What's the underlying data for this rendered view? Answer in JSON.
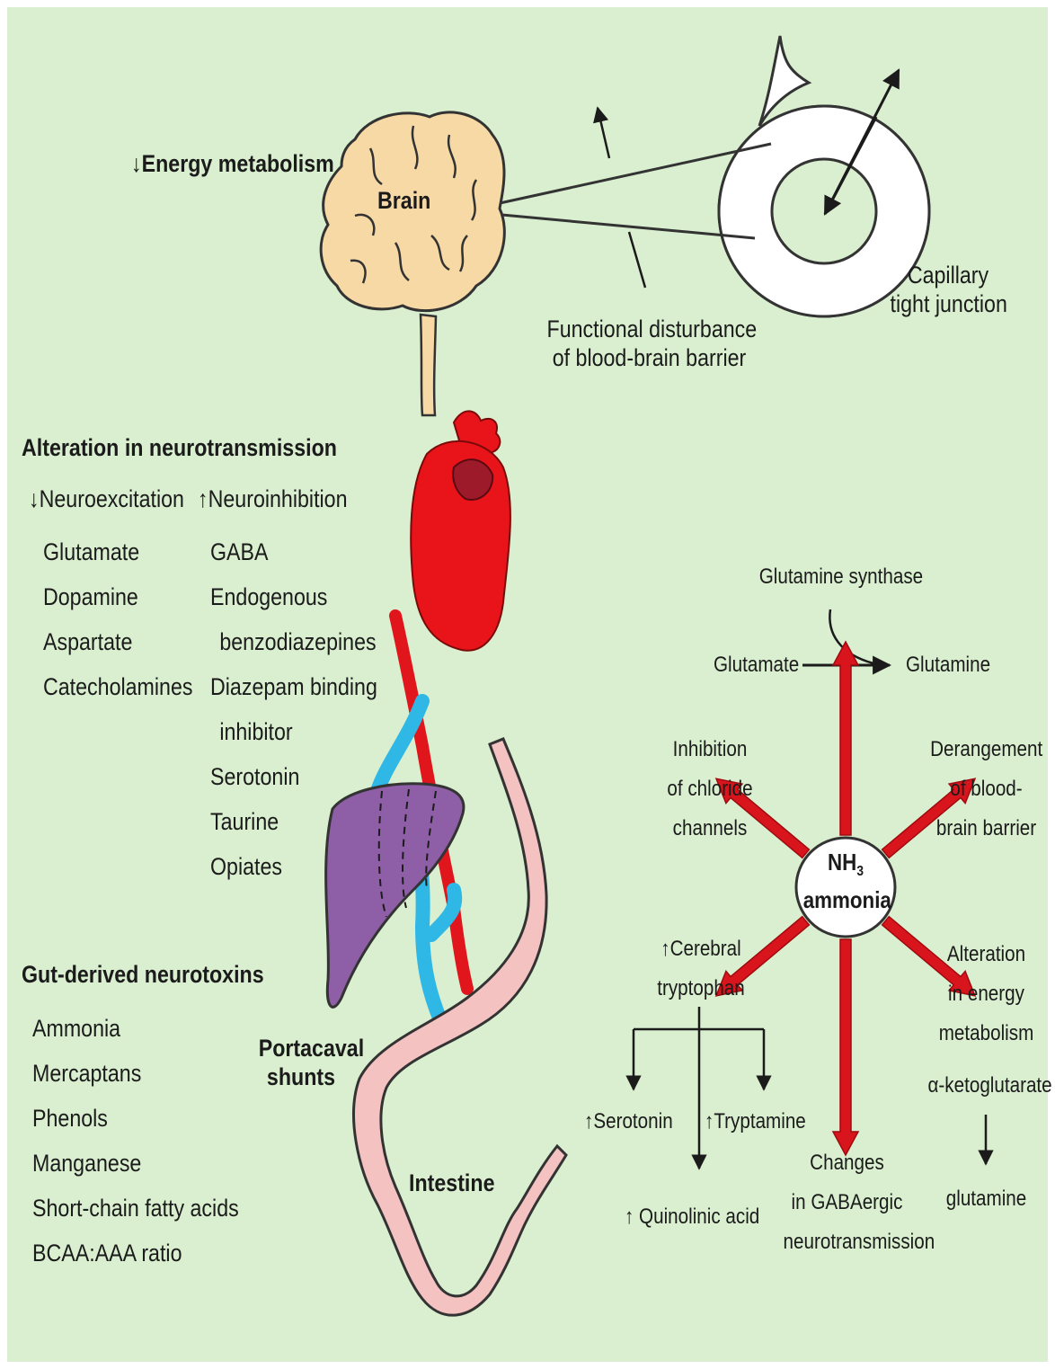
{
  "colors": {
    "background": "#d9efcf",
    "brain": "#f7d9a6",
    "heart": "#e8141a",
    "vessel_red": "#e0161c",
    "vein_blue": "#2fb7e6",
    "liver": "#8e5ea6",
    "intestine": "#f5c2c2",
    "arrow_red": "#d8151c"
  },
  "brain": {
    "label": "Brain",
    "energy_metabolism": "Energy metabolism",
    "bbb_caption": [
      "Functional disturbance",
      "of blood-brain barrier"
    ],
    "capillary_caption": [
      "Capillary",
      "tight junction"
    ]
  },
  "neurotransmission": {
    "heading": "Alteration in neurotransmission",
    "left_title": "Neuroexcitation",
    "left_items": [
      "Glutamate",
      "Dopamine",
      "Aspartate",
      "Catecholamines"
    ],
    "right_title": "Neuroinhibition",
    "right_items": [
      "GABA",
      "Endogenous",
      "benzodiazepines",
      "Diazepam binding",
      "inhibitor",
      "Serotonin",
      "Taurine",
      "Opiates"
    ]
  },
  "gut": {
    "heading": "Gut-derived neurotoxins",
    "items": [
      "Ammonia",
      "Mercaptans",
      "Phenols",
      "Manganese",
      "Short-chain fatty acids",
      "BCAA:AAA ratio"
    ]
  },
  "anatomy": {
    "portacaval": [
      "Portacaval",
      "shunts"
    ],
    "intestine": "Intestine"
  },
  "ammonia": {
    "symbol": "NH",
    "subscript": "3",
    "name": "ammonia",
    "enzyme": "Glutamine synthase",
    "substrate": "Glutamate",
    "product": "Glutamine",
    "chloride": [
      "Inhibition",
      "of chloride",
      "channels"
    ],
    "derangement": [
      "Derangement",
      "of blood-",
      "brain barrier"
    ],
    "tryptophan": [
      "Cerebral",
      "tryptophan"
    ],
    "energy": [
      "Alteration",
      "in energy",
      "metabolism"
    ],
    "gaba": [
      "Changes",
      "in GABAergic",
      "neurotransmission"
    ],
    "serotonin": "Serotonin",
    "tryptamine": "Tryptamine",
    "quinolinic": "Quinolinic acid",
    "ketoglutarate": "α-ketoglutarate",
    "glutamine_lower": "glutamine"
  }
}
